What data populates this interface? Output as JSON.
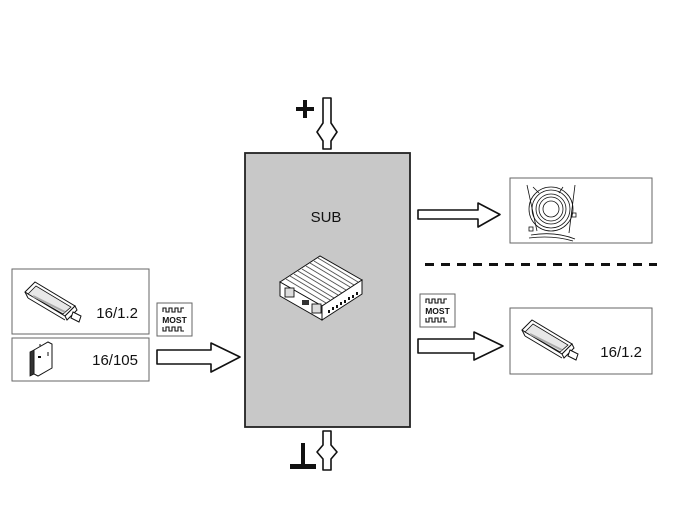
{
  "diagram": {
    "module": {
      "label": "SUB",
      "fill_color": "#c8c8c8",
      "icon": "amplifier-module-icon"
    },
    "power_supply": {
      "symbol": "+",
      "meaning": "positive supply input",
      "icon": "plus-icon"
    },
    "ground": {
      "symbol": "⊥",
      "meaning": "ground connection",
      "icon": "ground-icon"
    },
    "inputs": [
      {
        "label": "16/1.2",
        "icon": "control-module-icon"
      },
      {
        "label": "16/105",
        "icon": "media-module-icon"
      }
    ],
    "input_bus": {
      "label": "MOST",
      "icon": "most-bus-icon"
    },
    "outputs": [
      {
        "label": "",
        "icon": "subwoofer-speaker-icon"
      },
      {
        "label": "16/1.2",
        "icon": "control-module-icon",
        "bus": "MOST"
      }
    ],
    "output_bus": {
      "label": "MOST",
      "icon": "most-bus-icon"
    },
    "colors": {
      "stroke": "#111111",
      "panel_border": "#555555",
      "module_fill": "#c8c8c8",
      "background": "#ffffff"
    }
  }
}
